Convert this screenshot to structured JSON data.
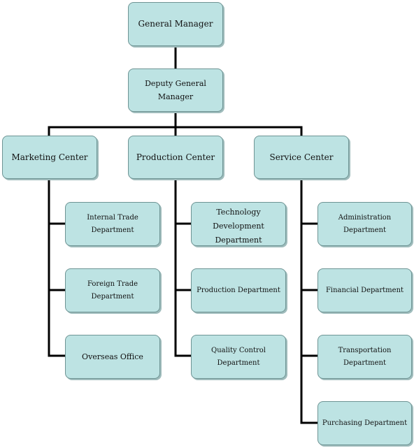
{
  "org_chart": {
    "top": {
      "general_manager": "General Manager",
      "deputy_general_manager": "Deputy General Manager"
    },
    "centers": {
      "marketing": {
        "label": "Marketing Center",
        "departments": [
          "Internal Trade Department",
          "Foreign Trade Department",
          "Overseas Office"
        ]
      },
      "production": {
        "label": "Production Center",
        "departments": [
          "Technology Development Department",
          "Production Department",
          "Quality Control Department"
        ]
      },
      "service": {
        "label": "Service Center",
        "departments": [
          "Administration Department",
          "Financial Department",
          "Transportation Department",
          "Purchasing Department"
        ]
      }
    }
  },
  "colors": {
    "node_fill": "#bde3e3",
    "node_border": "#6e9494",
    "connector": "#000000"
  }
}
